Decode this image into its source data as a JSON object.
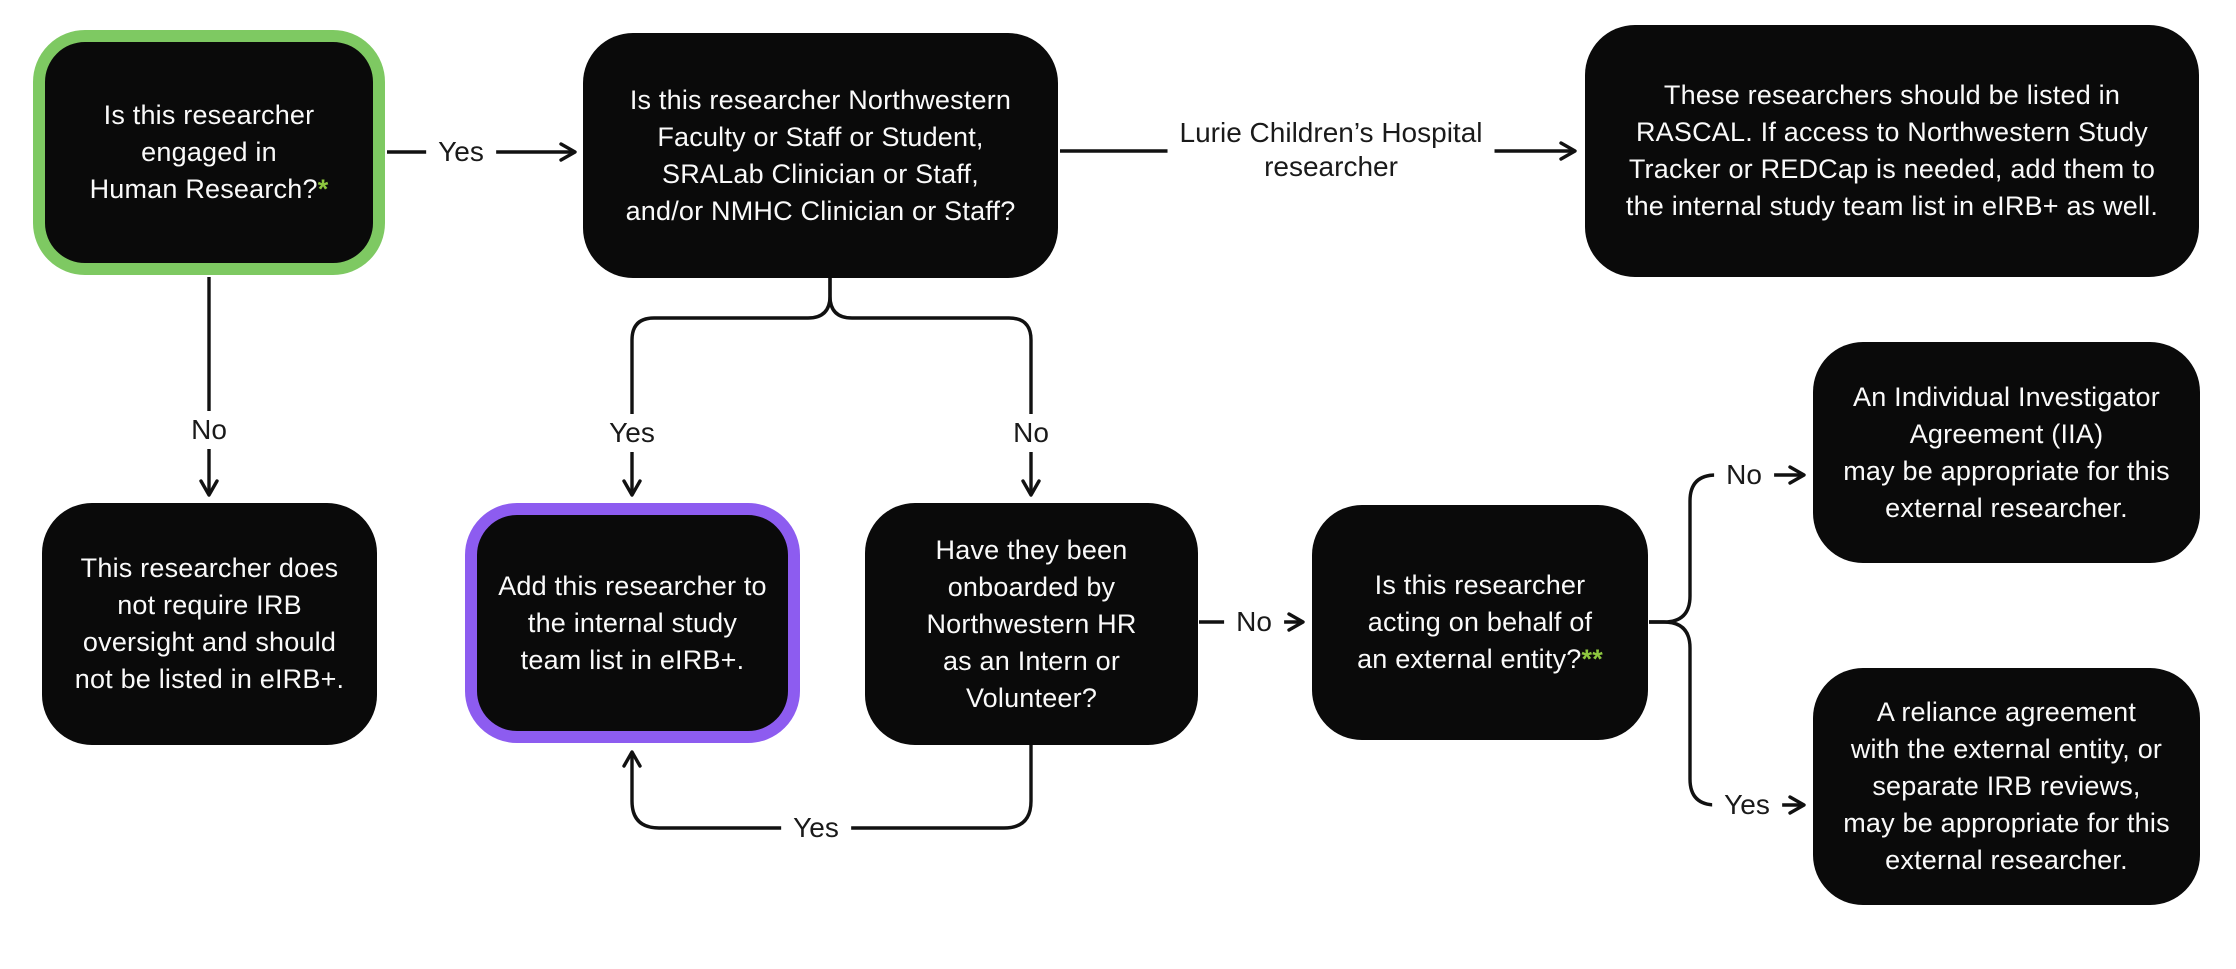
{
  "title": "Researcher IRB listing decision flowchart",
  "colors": {
    "background": "#ffffff",
    "node_fill": "#0a0a0a",
    "node_text": "#fafafa",
    "green_highlight_border": "#7ec962",
    "purple_highlight_border": "#8d5cf0",
    "asterisk_green": "#8dc63f",
    "connector": "#111111",
    "edge_label_text": "#1a1a1a"
  },
  "nodes": {
    "engaged": {
      "text": "Is this researcher\nengaged in\nHuman Research?",
      "asterisk": "*"
    },
    "affiliation": {
      "text": "Is this researcher Northwestern\nFaculty or Staff or Student,\nSRALab Clinician or Staff,\nand/or NMHC Clinician or Staff?"
    },
    "rascal": {
      "text": "These researchers should be listed in\nRASCAL. If access to Northwestern Study\nTracker or REDCap is needed, add them to\nthe internal study team list in eIRB+ as well."
    },
    "no_irb": {
      "text": "This researcher does\nnot require IRB\noversight and should\nnot be listed in eIRB+."
    },
    "add_internal": {
      "text": "Add this researcher to\nthe internal study\nteam list in eIRB+."
    },
    "onboarded": {
      "text": "Have they been\nonboarded by\nNorthwestern HR\nas an Intern or\nVolunteer?"
    },
    "external": {
      "text": "Is this researcher\nacting on behalf of\nan external entity?",
      "asterisk": "**"
    },
    "iia": {
      "text": "An Individual Investigator\nAgreement (IIA)\nmay be appropriate for this\nexternal researcher."
    },
    "reliance": {
      "text": "A reliance agreement\nwith the external entity, or\nseparate IRB reviews,\nmay be appropriate for this\nexternal researcher."
    }
  },
  "edge_labels": {
    "engaged_yes": "Yes",
    "engaged_no": "No",
    "lurie": "Lurie Children’s Hospital\nresearcher",
    "affiliation_yes": "Yes",
    "affiliation_no": "No",
    "onboarded_no": "No",
    "onboarded_yes": "Yes",
    "external_no": "No",
    "external_yes": "Yes"
  }
}
